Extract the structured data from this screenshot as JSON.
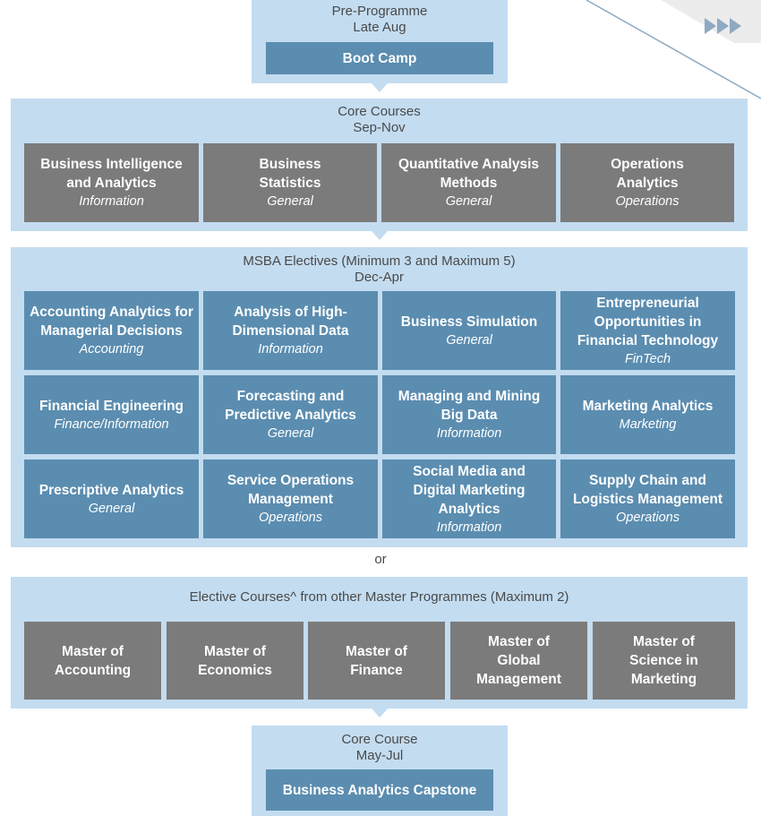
{
  "colors": {
    "panel": "#c3dcf0",
    "blue_box": "#5b8db0",
    "gray_box": "#7b7b7b",
    "text": "#4a4a4a",
    "decor": "#8fa9c2"
  },
  "pre": {
    "title": "Pre-Programme",
    "period": "Late Aug",
    "course": "Boot Camp"
  },
  "core": {
    "title": "Core Courses",
    "period": "Sep-Nov",
    "courses": [
      {
        "name": "Business Intelligence and Analytics",
        "area": "Information"
      },
      {
        "name": "Business Statistics",
        "area": "General"
      },
      {
        "name": "Quantitative Analysis Methods",
        "area": "General"
      },
      {
        "name": "Operations Analytics",
        "area": "Operations"
      }
    ]
  },
  "electives": {
    "title": "MSBA Electives (Minimum 3 and Maximum 5)",
    "period": "Dec-Apr",
    "courses": [
      {
        "name": "Accounting Analytics for Managerial Decisions",
        "area": "Accounting"
      },
      {
        "name": "Analysis of High-Dimensional Data",
        "area": "Information"
      },
      {
        "name": "Business Simulation",
        "area": "General"
      },
      {
        "name": "Entrepreneurial Opportunities in Financial Technology",
        "area": "FinTech"
      },
      {
        "name": "Financial Engineering",
        "area": "Finance/Information"
      },
      {
        "name": "Forecasting and Predictive Analytics",
        "area": "General"
      },
      {
        "name": "Managing and Mining Big Data",
        "area": "Information"
      },
      {
        "name": "Marketing Analytics",
        "area": "Marketing"
      },
      {
        "name": "Prescriptive Analytics",
        "area": "General"
      },
      {
        "name": "Service Operations Management",
        "area": "Operations"
      },
      {
        "name": "Social Media and Digital Marketing Analytics",
        "area": "Information"
      },
      {
        "name": "Supply Chain and Logistics Management",
        "area": "Operations"
      }
    ]
  },
  "or_label": "or",
  "other": {
    "title": "Elective Courses^ from other Master Programmes (Maximum 2)",
    "programmes": [
      "Master of Accounting",
      "Master of Economics",
      "Master of Finance",
      "Master of Global Management",
      "Master of Science in Marketing"
    ]
  },
  "capstone": {
    "title": "Core Course",
    "period": "May-Jul",
    "course": "Business Analytics Capstone"
  }
}
